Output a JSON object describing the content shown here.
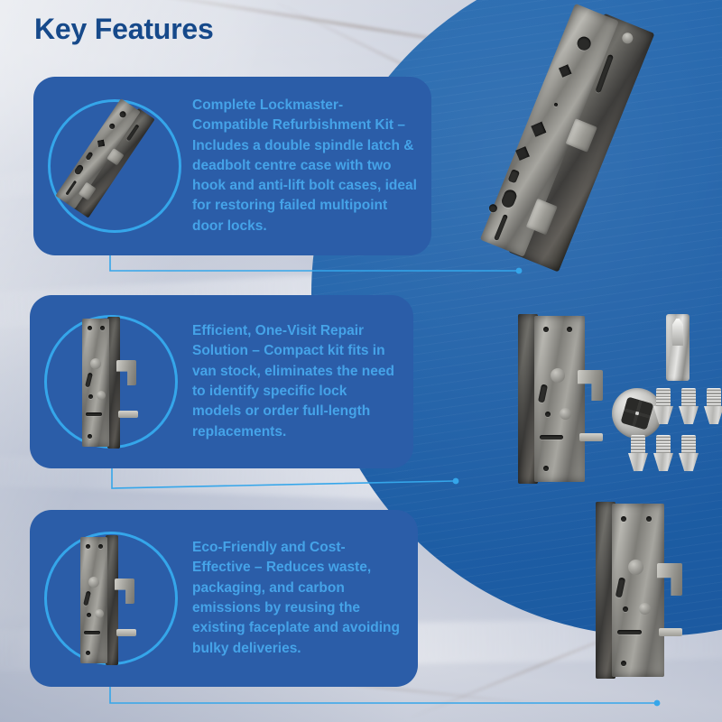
{
  "page": {
    "title": "Key Features",
    "title_color": "#16498a",
    "background": "marble-texture"
  },
  "theme": {
    "card_blue": "#2b5da8",
    "circle_blue": "#1e60a8",
    "accent_cyan": "#35a6ea",
    "body_text_blue": "#45a3e8"
  },
  "features": [
    {
      "id": "feature-kit",
      "text": "Complete Lockmaster-Compatible Refurbishment Kit – Includes a double spindle latch & deadbolt centre case with two hook and anti-lift bolt cases, ideal for restoring failed multipoint door locks.",
      "thumbnail": "lock-centre-case-photo"
    },
    {
      "id": "feature-repair",
      "text": "Efficient, One-Visit Repair Solution – Compact kit fits in van stock, eliminates the need to identify specific lock models or order full-length replacements.",
      "thumbnail": "lock-hook-bolt-case-photo"
    },
    {
      "id": "feature-eco",
      "text": "Eco-Friendly and Cost-Effective – Reduces waste, packaging, and carbon emissions by reusing the existing faceplate and avoiding bulky deliveries.",
      "thumbnail": "lock-anti-lift-bolt-case-photo"
    }
  ],
  "product_images": [
    {
      "id": "main-gearbox",
      "label": "multipoint-lock-centre-case"
    },
    {
      "id": "hook-case-upper",
      "label": "hook-bolt-lock-case"
    },
    {
      "id": "hook-case-lower",
      "label": "anti-lift-bolt-lock-case"
    },
    {
      "id": "fixings",
      "label": "screws-and-driver-bit"
    }
  ],
  "connectors": [
    {
      "id": "connector-1",
      "from": "feature-kit",
      "to": "main-gearbox"
    },
    {
      "id": "connector-2",
      "from": "feature-repair",
      "to": "hook-case-upper"
    },
    {
      "id": "connector-3",
      "from": "feature-eco",
      "to": "hook-case-lower"
    }
  ]
}
